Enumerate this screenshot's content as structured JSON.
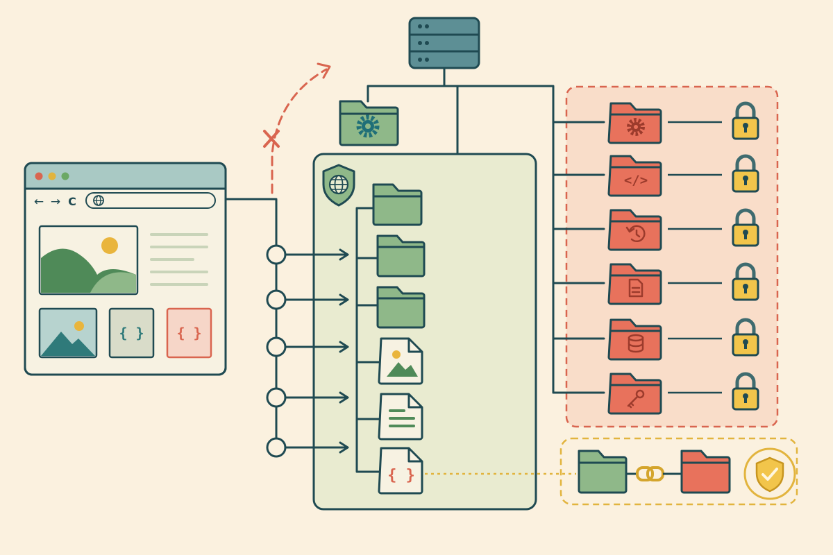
{
  "colors": {
    "background": "#fbf1df",
    "ink": "#1f4a52",
    "public_green": "#8fb889",
    "public_panel": "#e9ebd0",
    "private_red": "#e8725c",
    "private_zone": "#f9ddc9",
    "danger_dashed": "#d9654f",
    "link_gold": "#e2b43e"
  },
  "browser": {
    "url_icon": "globe-icon",
    "content_tiles": [
      "image-tile",
      "code-tile-green",
      "code-tile-red"
    ],
    "glyphs": {
      "back": "←",
      "forward": "→",
      "reload": "C",
      "code": "{ }"
    }
  },
  "server": {
    "icon": "server-rack-icon"
  },
  "public_root": {
    "badge": "globe-shield-icon",
    "items": [
      {
        "kind": "folder"
      },
      {
        "kind": "folder"
      },
      {
        "kind": "folder"
      },
      {
        "kind": "image-file"
      },
      {
        "kind": "text-file"
      },
      {
        "kind": "code-file"
      }
    ]
  },
  "blocked_config_folder": {
    "icon": "gear-icon",
    "access": "blocked"
  },
  "private_folders": [
    {
      "icon": "gear-icon",
      "glyph": "⚙",
      "lock": "padlock-icon"
    },
    {
      "icon": "code-icon",
      "glyph": "</>",
      "lock": "padlock-icon"
    },
    {
      "icon": "history-icon",
      "glyph": "",
      "lock": "padlock-icon"
    },
    {
      "icon": "document-icon",
      "glyph": "",
      "lock": "padlock-icon"
    },
    {
      "icon": "database-icon",
      "glyph": "",
      "lock": "padlock-icon"
    },
    {
      "icon": "key-icon",
      "glyph": "",
      "lock": "padlock-icon"
    }
  ],
  "symlink": {
    "from": "public-folder",
    "link": "chain-link-icon",
    "to": "private-folder",
    "status": "shield-check-icon"
  }
}
